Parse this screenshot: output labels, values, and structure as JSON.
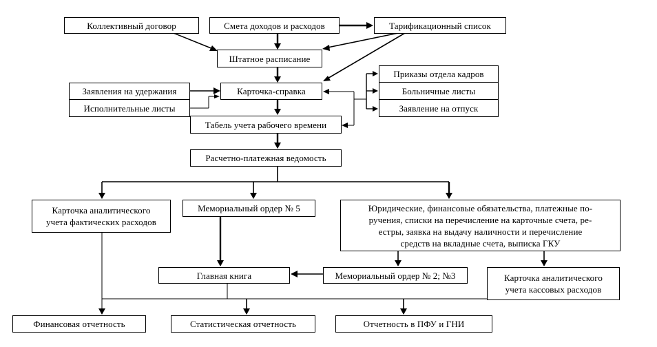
{
  "diagram": {
    "boxes": {
      "collective_agreement": "Коллективный договор",
      "budget_estimate": "Смета доходов и расходов",
      "tariff_list": "Тарификационный список",
      "staff_schedule": "Штатное расписание",
      "hr_orders": "Приказы отдела кадров",
      "withholding_applications": "Заявления на удержания",
      "reference_card": "Карточка-справка",
      "sick_leave_sheets": "Больничные листы",
      "enforcement_sheets": "Исполнительные листы",
      "vacation_application": "Заявление на отпуск",
      "timesheet": "Табель учета рабочего времени",
      "payroll_statement": "Расчетно-платежная ведомость",
      "actual_expenses_card": {
        "line1": "Карточка аналитического",
        "line2": "учета фактических расходов"
      },
      "memorial_order_5": "Мемориальный ордер № 5",
      "obligations": {
        "line1": "Юридические, финансовые обязательства, платежные по-",
        "line2": "ручения, списки на перечисление на карточные счета, ре-",
        "line3": "естры, заявка на выдачу наличности и перечисление",
        "line4": "средств на вкладные счета, выписка ГКУ"
      },
      "general_ledger": "Главная книга",
      "memorial_order_2_3": "Мемориальный ордер № 2; №3",
      "cash_expenses_card": {
        "line1": "Карточка аналитического",
        "line2": "учета кассовых расходов"
      },
      "financial_reporting": "Финансовая отчетность",
      "statistical_reporting": "Статистическая отчетность",
      "pfu_gni_reporting": "Отчетность в ПФУ и ГНИ"
    }
  }
}
